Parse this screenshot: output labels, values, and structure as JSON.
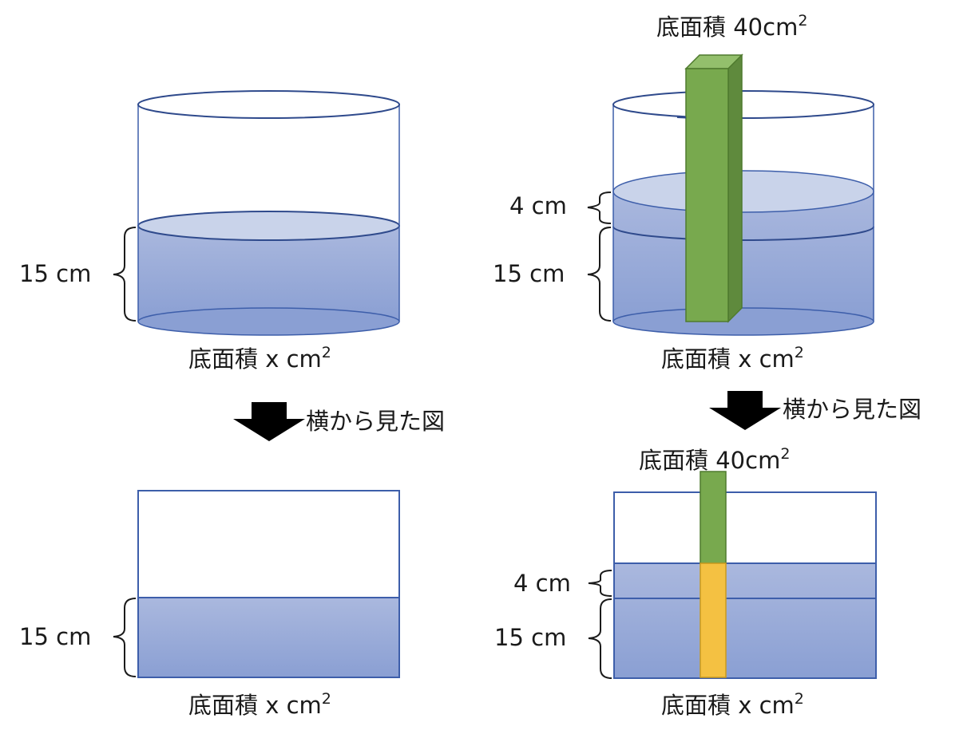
{
  "labels": {
    "base_area_x": "底面積 x cm",
    "base_area_40": "底面積 40cm",
    "squared": "2",
    "side_view": "横から見た図",
    "height_15": "15 cm",
    "height_4": "4 cm"
  },
  "colors": {
    "water_top": "#c9d3ea",
    "water_light": "#aab8de",
    "water_dark": "#8a9fd3",
    "outline": "#3d5eaa",
    "prism_front": "#78a94e",
    "prism_side": "#5f8a3d",
    "prism_top": "#93bf6c",
    "prism_submerged": "#f4c142",
    "arrow": "#000000"
  }
}
